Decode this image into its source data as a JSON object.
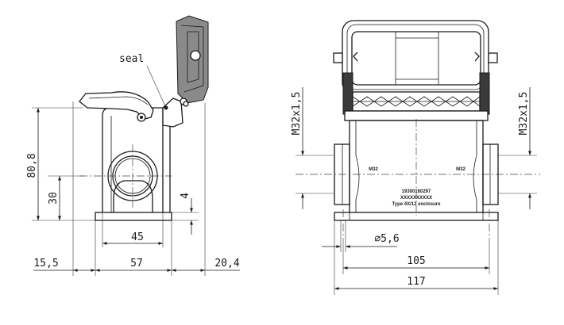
{
  "side_view": {
    "seal_label": "seal",
    "dim_height_total": "80,8",
    "dim_height_center": "30",
    "dim_base_thickness": "4",
    "dim_inner_width": "45",
    "dim_base_width": "57",
    "dim_left_offset": "15,5",
    "dim_right_offset": "20,4"
  },
  "front_view": {
    "dim_thread_left": "M32x1,5",
    "dim_thread_right": "M32x1,5",
    "dim_hole": "⌀5,6",
    "dim_hole_spacing": "105",
    "dim_overall_width": "117",
    "thread_mark_left": "M32",
    "thread_mark_right": "M32",
    "part_number": "19300160297",
    "serial_placeholder": "XXXXXXXXXX",
    "enclosure_type": "Type 4X/12 enclosure"
  }
}
